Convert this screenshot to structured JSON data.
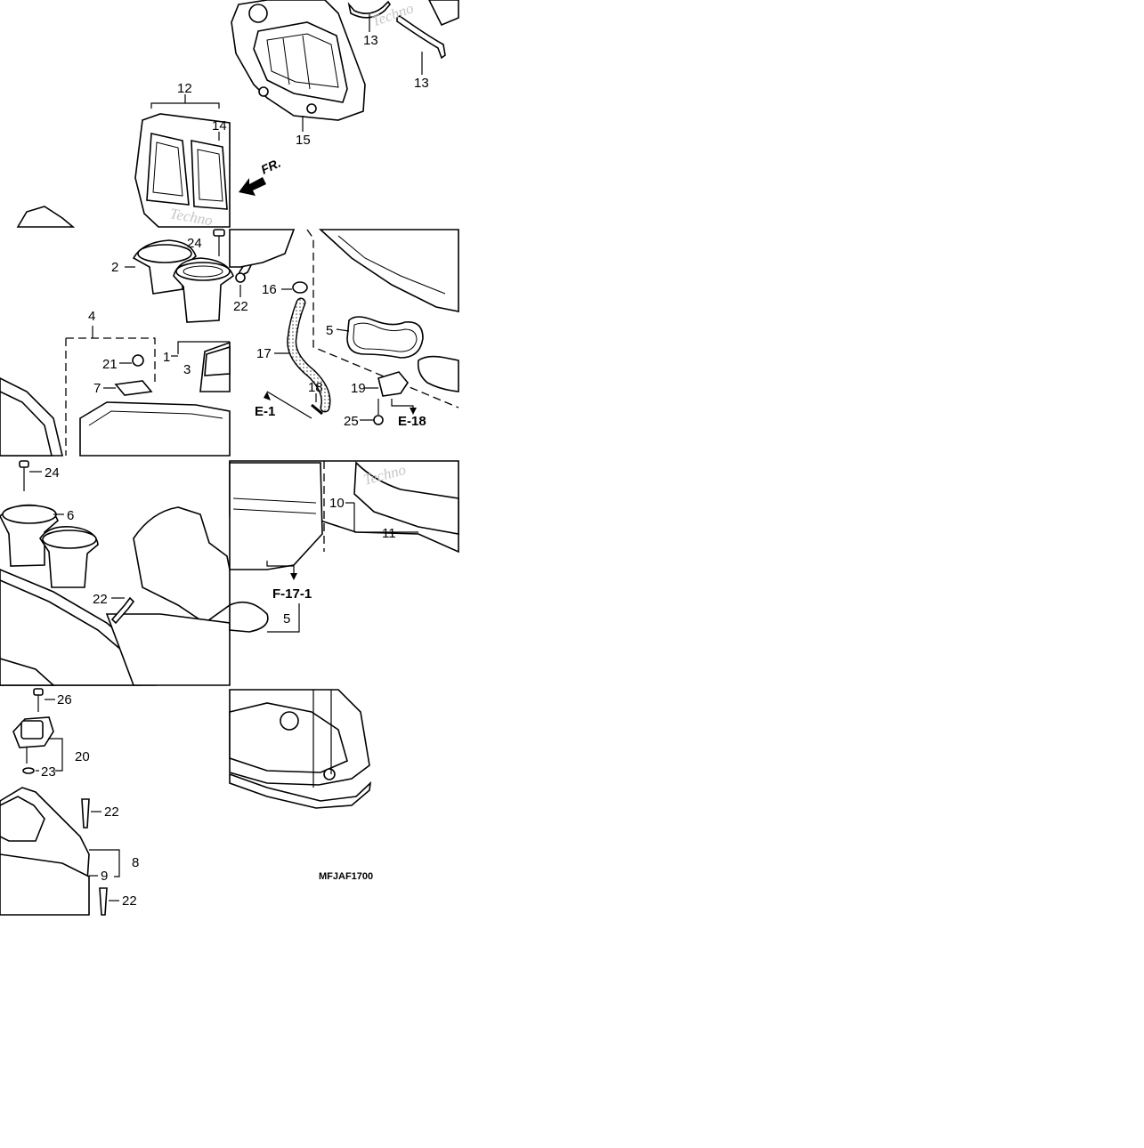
{
  "diagram": {
    "code": "MFJAF1700",
    "front_marker": "FR.",
    "watermark": "Techno",
    "part_labels": [
      "1",
      "2",
      "3",
      "4",
      "5",
      "6",
      "7",
      "8",
      "9",
      "10",
      "11",
      "12",
      "13",
      "14",
      "15",
      "16",
      "17",
      "18",
      "19",
      "20",
      "21",
      "22",
      "23",
      "24",
      "25",
      "26"
    ],
    "references": [
      "E-1",
      "E-18",
      "F-17-1"
    ]
  }
}
